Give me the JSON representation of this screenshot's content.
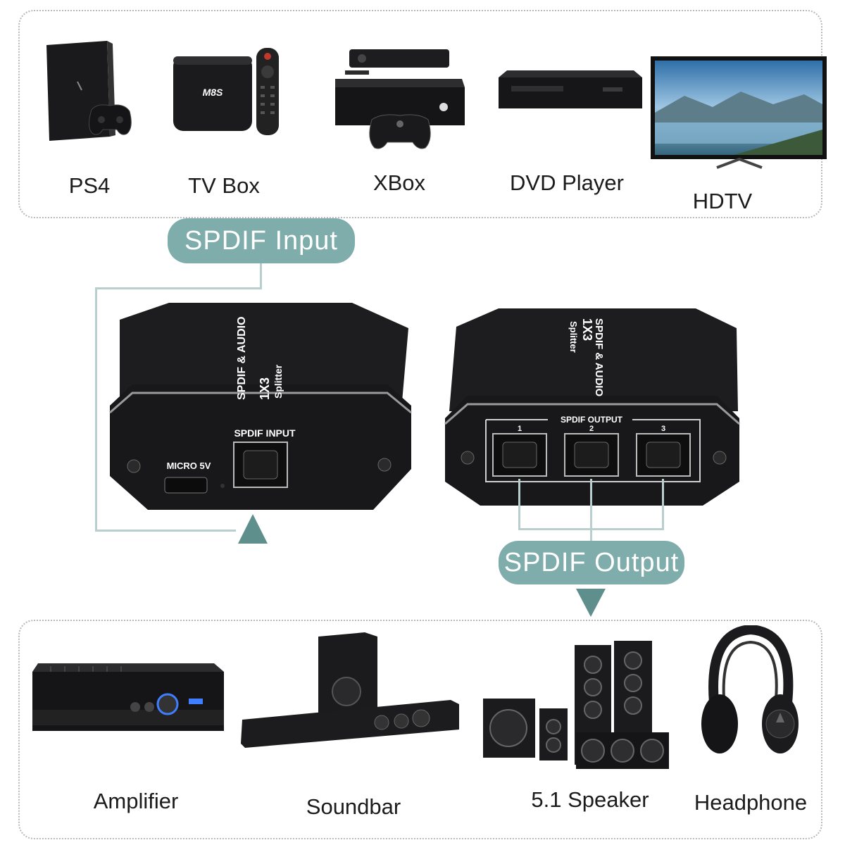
{
  "sources": [
    {
      "id": "ps4",
      "label": "PS4"
    },
    {
      "id": "tvbox",
      "label": "TV Box",
      "brand": "M8S"
    },
    {
      "id": "xbox",
      "label": "XBox"
    },
    {
      "id": "dvd",
      "label": "DVD Player"
    },
    {
      "id": "hdtv",
      "label": "HDTV"
    }
  ],
  "callouts": {
    "input": "SPDIF Input",
    "output": "SPDIF Output"
  },
  "splitter": {
    "brand_line1": "SPDIF & AUDIO",
    "brand_line2": "1X3",
    "brand_line3": "Splitter",
    "port_micro": "MICRO 5V",
    "port_input": "SPDIF INPUT",
    "port_output": "SPDIF OUTPUT",
    "output_numbers": [
      "1",
      "2",
      "3"
    ]
  },
  "outputs": [
    {
      "id": "amplifier",
      "label": "Amplifier"
    },
    {
      "id": "soundbar",
      "label": "Soundbar"
    },
    {
      "id": "speaker",
      "label": "5.1 Speaker"
    },
    {
      "id": "headphone",
      "label": "Headphone"
    }
  ],
  "colors": {
    "accent": "#7fadab",
    "connector": "#b8cfcd",
    "device": "#1c1c1e"
  }
}
